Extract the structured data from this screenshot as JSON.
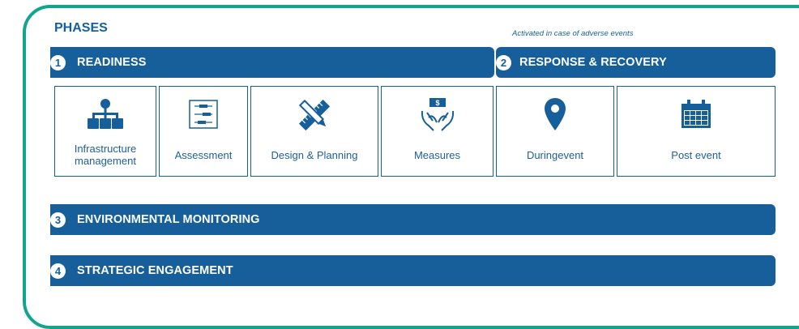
{
  "title": "PHASES",
  "note": "Activated in case of adverse events",
  "colors": {
    "primary": "#175f9b",
    "frame": "#12a58e"
  },
  "bars": [
    {
      "num": "1",
      "label": "READINESS"
    },
    {
      "num": "2",
      "label": "RESPONSE & RECOVERY"
    },
    {
      "num": "3",
      "label": "ENVIRONMENTAL MONITORING"
    },
    {
      "num": "4",
      "label": "STRATEGIC ENGAGEMENT"
    }
  ],
  "cards": [
    {
      "label": "Infrastructure management",
      "icon": "org-chart-icon"
    },
    {
      "label": "Assessment",
      "icon": "checklist-icon"
    },
    {
      "label": "Design & Planning",
      "icon": "pencil-ruler-icon"
    },
    {
      "label": "Measures",
      "icon": "hands-money-icon"
    },
    {
      "label": "Duringevent",
      "icon": "map-pin-icon"
    },
    {
      "label": "Post event",
      "icon": "calendar-icon"
    }
  ]
}
